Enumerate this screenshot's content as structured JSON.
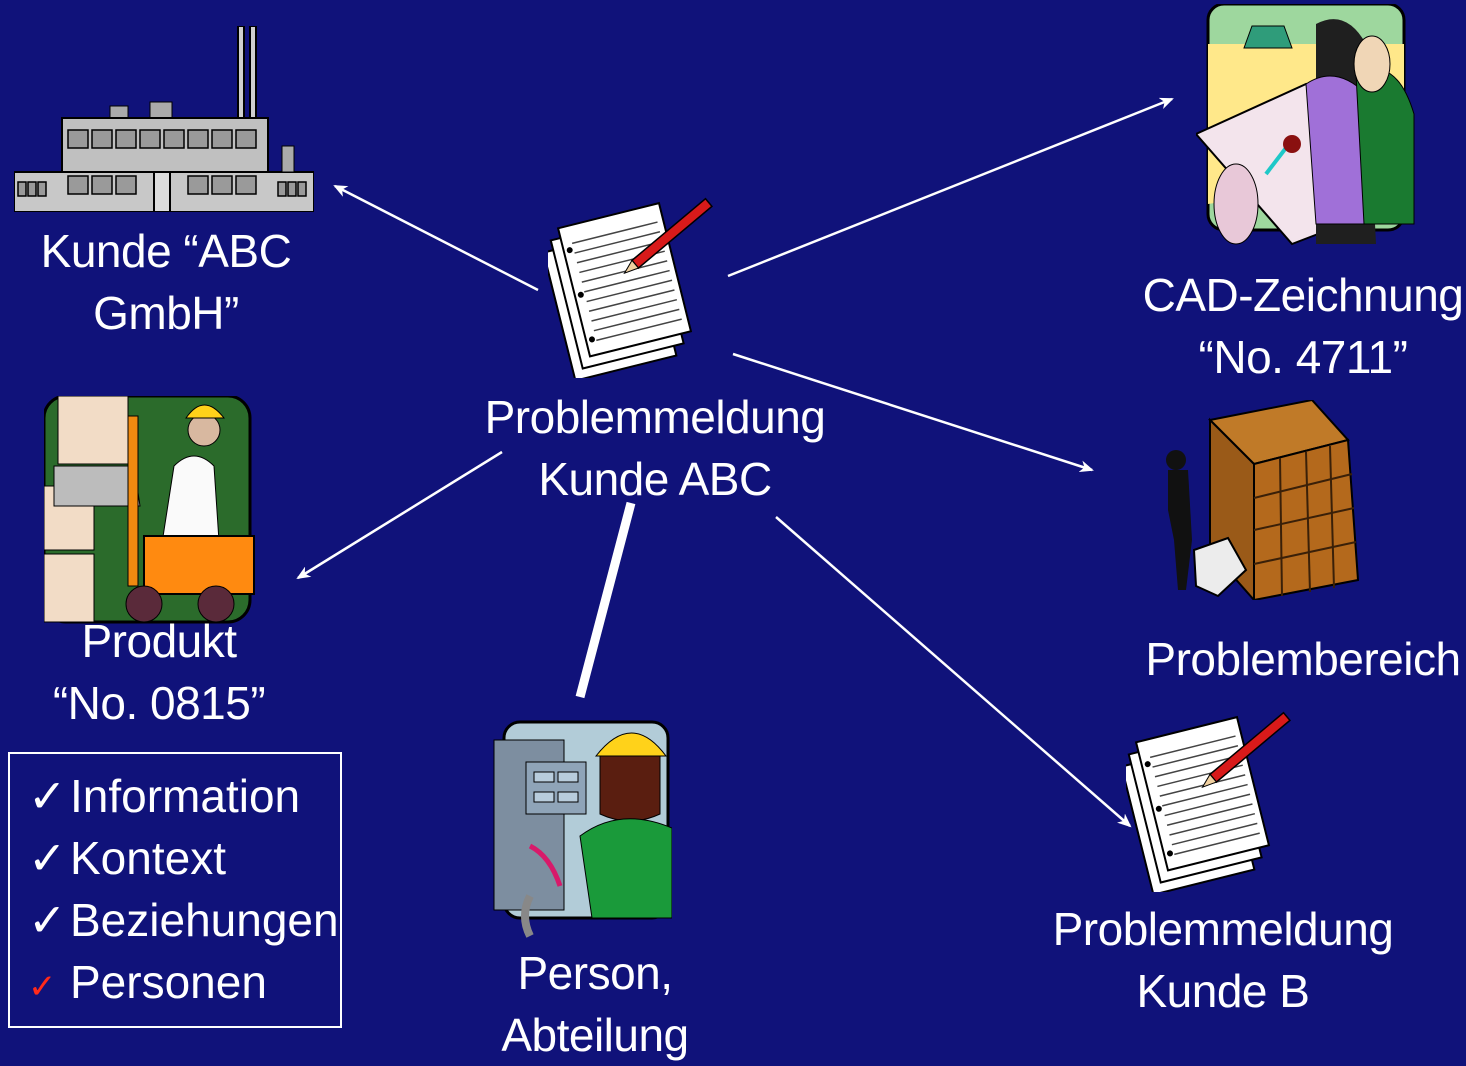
{
  "colors": {
    "background": "#10127a",
    "text": "#ffffff",
    "arrow": "#ffffff",
    "check": "#ffffff",
    "check_accent": "#ff2a1a"
  },
  "nodes": {
    "center": {
      "line1": "Problemmeldung",
      "line2": "Kunde ABC",
      "icon": "document-pen-icon"
    },
    "customer": {
      "line1": "Kunde “ABC",
      "line2": "GmbH”",
      "icon": "factory-icon"
    },
    "product": {
      "line1": "Produkt",
      "line2": "“No. 0815”",
      "icon": "forklift-worker-icon"
    },
    "person": {
      "line1": "Person,",
      "line2": "Abteilung",
      "icon": "electrician-icon"
    },
    "cad": {
      "line1": "CAD-Zeichnung",
      "line2": "“No. 4711”",
      "icon": "drafting-icon"
    },
    "problem_area": {
      "line1": "Problembereich",
      "icon": "filing-shelf-icon"
    },
    "other_report": {
      "line1": "Problemmeldung",
      "line2": "Kunde B",
      "icon": "document-pen-icon"
    }
  },
  "checklist": {
    "items": [
      {
        "mark": "✓",
        "label": "Information",
        "accent": false
      },
      {
        "mark": "✓",
        "label": "Kontext",
        "accent": false
      },
      {
        "mark": "✓",
        "label": "Beziehungen",
        "accent": false
      },
      {
        "mark": "✓",
        "label": "Personen",
        "accent": true
      }
    ]
  }
}
